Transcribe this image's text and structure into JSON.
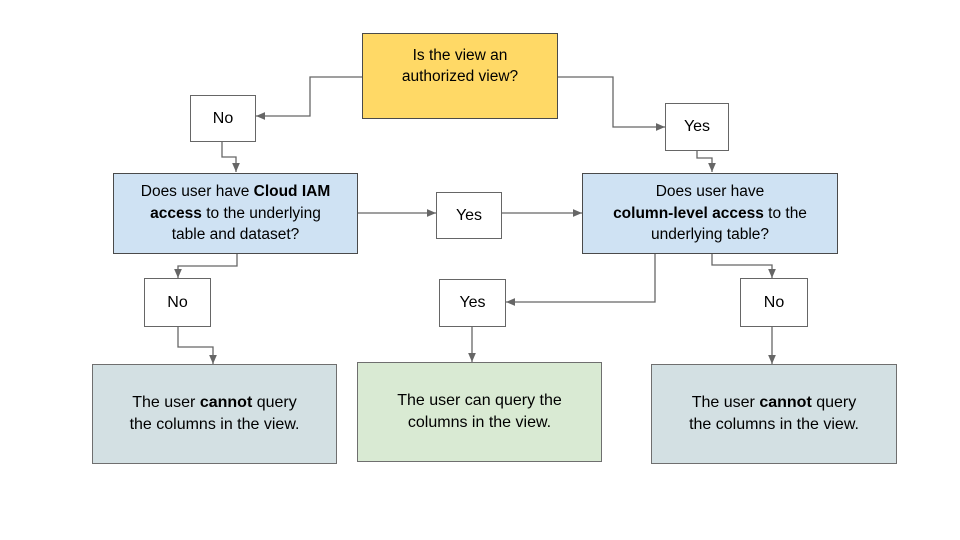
{
  "colors": {
    "root_fill": "#FFD966",
    "question_fill": "#CFE2F3",
    "deny_fill": "#D3E0E3",
    "allow_fill": "#D9EAD3",
    "connector_line": "#666666"
  },
  "nodes": {
    "root": {
      "lines": [
        "Is the view an",
        "authorized view?"
      ]
    },
    "no1": {
      "label": "No"
    },
    "yes1": {
      "label": "Yes"
    },
    "q_iam": {
      "lines": [
        {
          "pre": "Does user have ",
          "bold": "Cloud IAM"
        },
        {
          "bold": "access",
          "post": " to the underlying"
        },
        {
          "pre": "table and dataset?"
        }
      ]
    },
    "yes2": {
      "label": "Yes"
    },
    "q_col": {
      "lines": [
        {
          "pre": "Does user have"
        },
        {
          "bold": "column-level access",
          "post": " to the"
        },
        {
          "pre": "underlying table?"
        }
      ]
    },
    "no2": {
      "label": "No"
    },
    "yes3": {
      "label": "Yes"
    },
    "no3": {
      "label": "No"
    },
    "deny_left": {
      "lines": [
        {
          "pre": "The user ",
          "bold": "cannot",
          "post": " query"
        },
        {
          "pre": "the columns in the view."
        }
      ]
    },
    "allow": {
      "lines": [
        {
          "pre": "The user can query the"
        },
        {
          "pre": "columns in the view."
        }
      ]
    },
    "deny_right": {
      "lines": [
        {
          "pre": "The user ",
          "bold": "cannot",
          "post": " query"
        },
        {
          "pre": "the columns in the view."
        }
      ]
    }
  },
  "edges": [
    {
      "from": "root",
      "to": "no1"
    },
    {
      "from": "root",
      "to": "yes1"
    },
    {
      "from": "no1",
      "to": "q_iam"
    },
    {
      "from": "yes1",
      "to": "q_col"
    },
    {
      "from": "q_iam",
      "to": "yes2"
    },
    {
      "from": "yes2",
      "to": "q_col"
    },
    {
      "from": "q_iam",
      "to": "no2"
    },
    {
      "from": "q_col",
      "to": "yes3"
    },
    {
      "from": "q_col",
      "to": "no3"
    },
    {
      "from": "no2",
      "to": "deny_left"
    },
    {
      "from": "yes3",
      "to": "allow"
    },
    {
      "from": "no3",
      "to": "deny_right"
    }
  ]
}
